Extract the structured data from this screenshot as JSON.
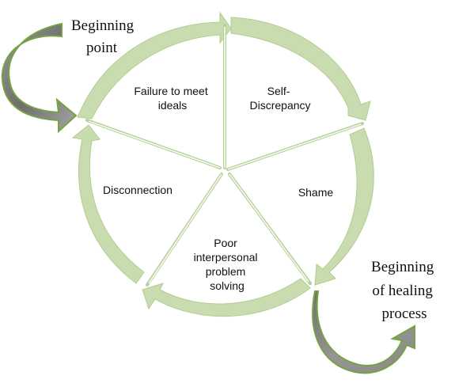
{
  "labels": {
    "beginning_point": [
      "Beginning",
      "point"
    ],
    "healing": [
      "Beginning",
      "of healing",
      "process"
    ]
  },
  "segments": [
    {
      "id": "failure",
      "lines": [
        "Failure to meet",
        "ideals"
      ]
    },
    {
      "id": "self-discrepancy",
      "lines": [
        "Self-",
        "Discrepancy"
      ]
    },
    {
      "id": "shame",
      "lines": [
        "Shame"
      ]
    },
    {
      "id": "poor-interpersonal",
      "lines": [
        "Poor",
        "interpersonal",
        "problem",
        "solving"
      ]
    },
    {
      "id": "disconnection",
      "lines": [
        "Disconnection"
      ]
    }
  ],
  "colors": {
    "ring": "#c9dcb0",
    "ring_stroke": "#9cbf73",
    "gray_arrow": "#8a8a8a",
    "arrow_outline": "#76a342",
    "divider": "#b6d19a"
  }
}
